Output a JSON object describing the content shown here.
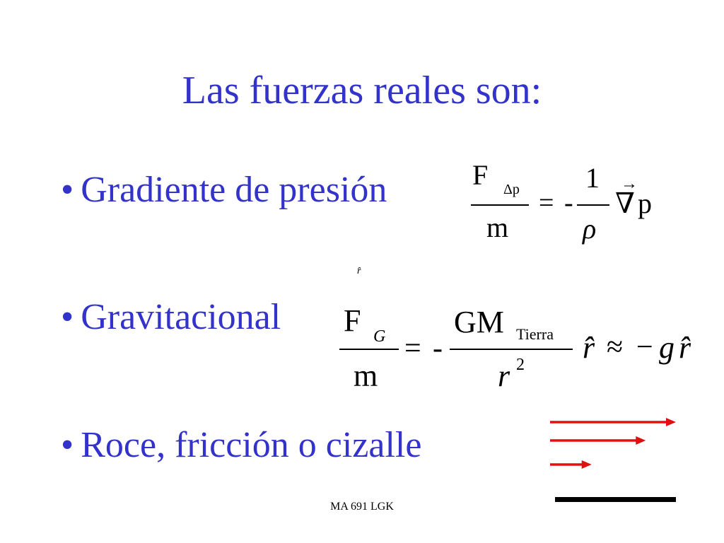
{
  "slide": {
    "title": "Las fuerzas reales son:",
    "bullet_symbol": "•",
    "footer": "MA 691 LGK",
    "stray_symbol": "r̂"
  },
  "bullets": [
    {
      "text": "Gradiente de presión"
    },
    {
      "text": "Gravitacional"
    },
    {
      "text": "Roce, fricción o cizalle"
    }
  ],
  "eq_pressure": {
    "num_main": "F",
    "num_sub": "Δp",
    "den": "m",
    "equals": "=",
    "minus": "-",
    "frac2_num": "1",
    "frac2_den": "ρ",
    "vec_arrow": "→",
    "nabla": "∇",
    "p": "p"
  },
  "eq_gravity": {
    "num_main": "F",
    "num_sub": "G",
    "den": "m",
    "equals": "=",
    "minus": "-",
    "frac2_num": "GM",
    "frac2_num_sub": "Tierra",
    "frac2_den_base": "r",
    "frac2_den_exp": "2",
    "rhat": "r̂",
    "approx": "≈",
    "neg": "−",
    "g": "g",
    "rhat2": "r̂"
  },
  "friction_diagram": {
    "arrow_color": "#e01010",
    "wall_color": "#000000",
    "arrow_relative_lengths": [
      1.0,
      0.76,
      0.33
    ]
  }
}
